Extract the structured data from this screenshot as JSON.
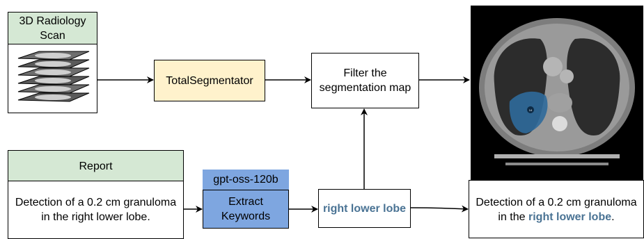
{
  "scan_box": {
    "label": "3D Radiology Scan"
  },
  "segmentator": {
    "label": "TotalSegmentator"
  },
  "filter": {
    "label": "Filter the segmentation map"
  },
  "report": {
    "header": "Report",
    "text": "Detection of a 0.2 cm granuloma in the right lower lobe."
  },
  "llm": {
    "model": "gpt-oss-120b",
    "task": "Extract Keywords"
  },
  "keyword": {
    "label": "right lower lobe"
  },
  "output": {
    "text_before": "Detection of a 0.2 cm granuloma in the ",
    "keyword": "right lower lobe",
    "text_after": "."
  },
  "ct_image": {
    "segment_marker": "14"
  },
  "colors": {
    "green": "#d5e8d4",
    "yellow": "#fff2cc",
    "blue": "#7ea6e0",
    "keyword": "#4a7394",
    "segment": "#2f6a9b"
  }
}
